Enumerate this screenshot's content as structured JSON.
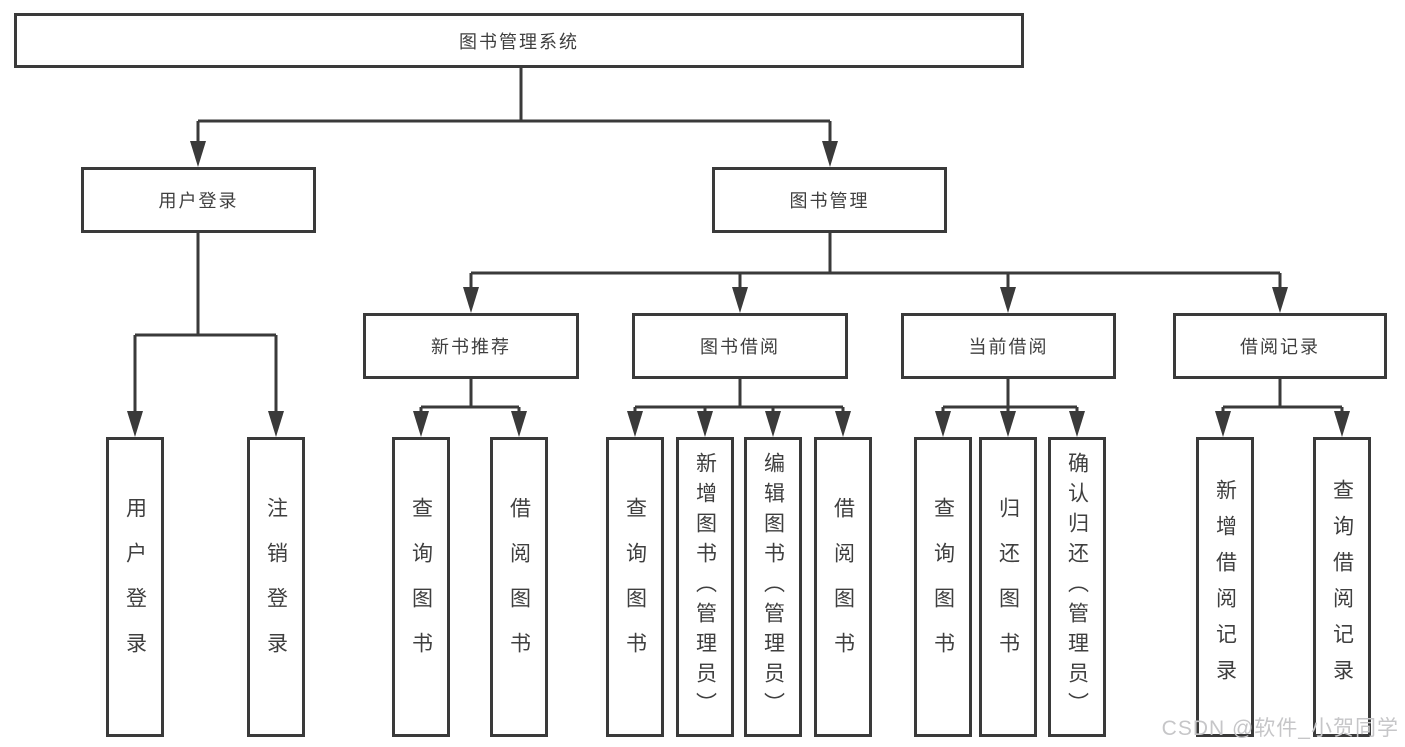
{
  "diagram_type": "hierarchy-tree",
  "tree": {
    "label": "图书管理系统",
    "children": [
      {
        "label": "用户登录",
        "children": [
          {
            "label": "用户登录"
          },
          {
            "label": "注销登录"
          }
        ]
      },
      {
        "label": "图书管理",
        "children": [
          {
            "label": "新书推荐",
            "children": [
              {
                "label": "查询图书"
              },
              {
                "label": "借阅图书"
              }
            ]
          },
          {
            "label": "图书借阅",
            "children": [
              {
                "label": "查询图书"
              },
              {
                "label": "新增图书（管理员）"
              },
              {
                "label": "编辑图书（管理员）"
              },
              {
                "label": "借阅图书"
              }
            ]
          },
          {
            "label": "当前借阅",
            "children": [
              {
                "label": "查询图书"
              },
              {
                "label": "归还图书"
              },
              {
                "label": "确认归还（管理员）"
              }
            ]
          },
          {
            "label": "借阅记录",
            "children": [
              {
                "label": "新增借阅记录"
              },
              {
                "label": "查询借阅记录"
              }
            ]
          }
        ]
      }
    ]
  },
  "watermark": "CSDN @软件_小贺同学",
  "colors": {
    "line": "#3a3a3a",
    "box_border": "#3a3a3a",
    "text": "#3f3f3f",
    "watermark": "#c6c6c8",
    "background": "#ffffff"
  }
}
